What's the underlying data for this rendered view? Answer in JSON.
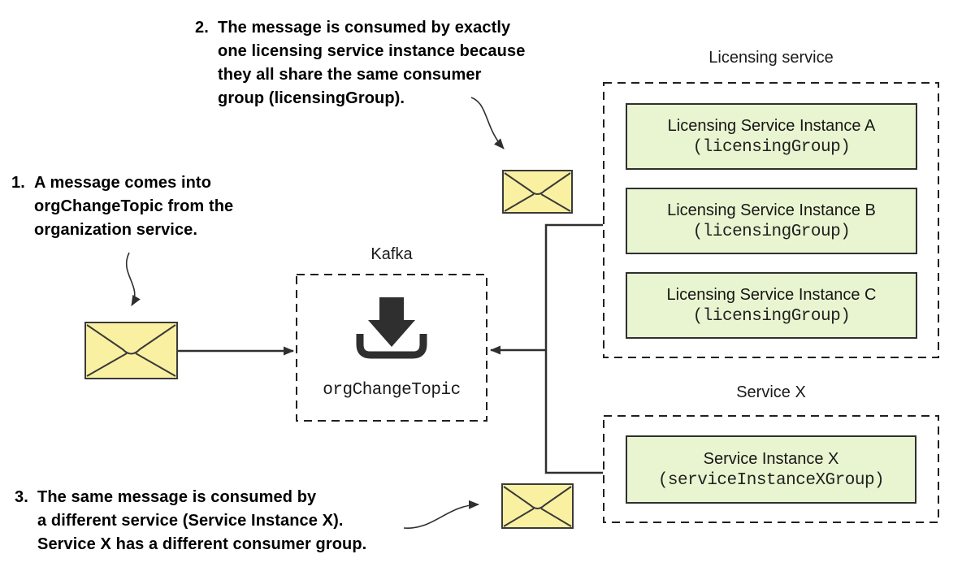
{
  "colors": {
    "background": "#ffffff",
    "line": "#2f2f2f",
    "text": "#000000",
    "label_text": "#1a1a1a",
    "instance_box_fill": "#e9f5d0",
    "instance_box_border": "#2f2f2f",
    "envelope_fill": "#f9f1a1"
  },
  "annotations": {
    "step1": {
      "number": "1.",
      "lines": [
        "A message comes into",
        "orgChangeTopic from the",
        "organization service."
      ]
    },
    "step2": {
      "number": "2.",
      "lines": [
        "The message is consumed by exactly",
        "one licensing service instance because",
        "they all share the same consumer",
        "group (licensingGroup)."
      ]
    },
    "step3": {
      "number": "3.",
      "lines": [
        "The same message is consumed by",
        "a different service (Service Instance X).",
        "Service X has a different consumer group."
      ]
    }
  },
  "kafka": {
    "title": "Kafka",
    "topic": "orgChangeTopic",
    "icon": "download-into-topic-icon"
  },
  "licensing": {
    "title": "Licensing service",
    "instances": [
      {
        "name": "Licensing Service Instance A",
        "group": "(licensingGroup)"
      },
      {
        "name": "Licensing Service Instance B",
        "group": "(licensingGroup)"
      },
      {
        "name": "Licensing Service Instance C",
        "group": "(licensingGroup)"
      }
    ]
  },
  "service_x": {
    "title": "Service X",
    "instance": {
      "name": "Service Instance X",
      "group": "(serviceInstanceXGroup)"
    }
  },
  "icons": {
    "message": "envelope-icon",
    "topic_intake": "download-into-topic-icon"
  }
}
